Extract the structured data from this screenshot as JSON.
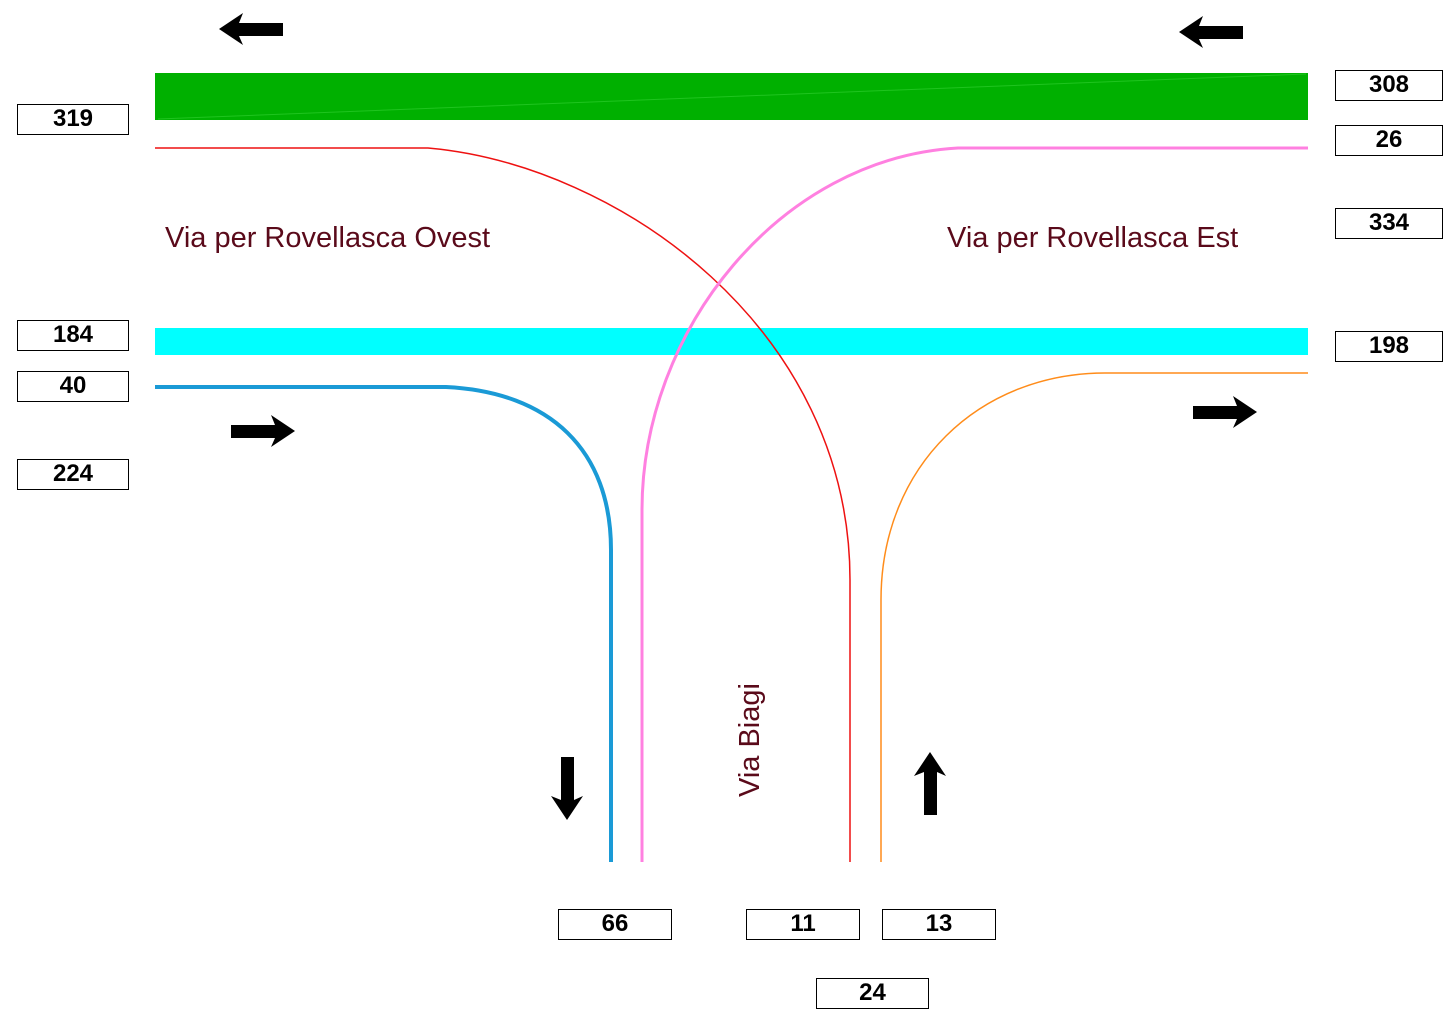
{
  "roads": {
    "west": "Via per Rovellasca Ovest",
    "east": "Via per Rovellasca Est",
    "south": "Via Biagi"
  },
  "counts": {
    "west_top": "319",
    "west_mid": "184",
    "west_lower": "40",
    "west_bottom": "224",
    "east_top": "308",
    "east_second": "26",
    "east_third": "334",
    "east_mid": "198",
    "south_left": "66",
    "south_mid": "11",
    "south_right": "13",
    "south_total": "24"
  },
  "colors": {
    "band_westbound": "#00b000",
    "band_eastbound": "#00ffff",
    "flow_west_to_south": "#1a9ad6",
    "flow_east_to_south": "#ff80e0",
    "flow_south_to_west": "#ee1111",
    "flow_south_to_east": "#ff8c1a",
    "label_text": "#5a0a1a"
  },
  "icons": [
    "arrow-left-icon",
    "arrow-right-icon",
    "arrow-down-icon",
    "arrow-up-icon"
  ]
}
